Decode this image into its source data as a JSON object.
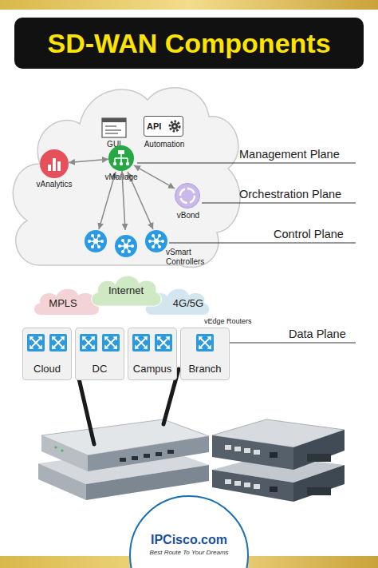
{
  "diagram": {
    "title": "SD-WAN Components",
    "nodes": [
      {
        "text": [
          "GUI"
        ]
      },
      {
        "text": [
          "API",
          "Automation"
        ]
      },
      {
        "text": [
          "vAnalytics"
        ]
      },
      {
        "text": [
          "vManage"
        ]
      },
      {
        "text": [
          "vBond"
        ]
      },
      {
        "text": [
          "vSmart Controllers"
        ]
      },
      {
        "text": [
          "MPLS"
        ]
      },
      {
        "text": [
          "Internet"
        ]
      },
      {
        "text": [
          "4G/5G"
        ]
      },
      {
        "text": [
          "Cloud"
        ]
      },
      {
        "text": [
          "DC"
        ]
      },
      {
        "text": [
          "Campus"
        ]
      },
      {
        "text": [
          "Branch"
        ]
      },
      {
        "text": [
          "IPCisco.com",
          "Best Route To Your Dreams"
        ]
      }
    ],
    "edges": [
      {
        "from": 3,
        "to": 2,
        "arrow": "both"
      },
      {
        "from": 3,
        "to": 4,
        "arrow": "both"
      },
      {
        "from": 3,
        "to": 5,
        "arrow": "both"
      }
    ],
    "labels": [
      "Management Plane",
      "Orchestration Plane",
      "Control Plane",
      "vEdge Routers",
      "Data Plane"
    ]
  }
}
